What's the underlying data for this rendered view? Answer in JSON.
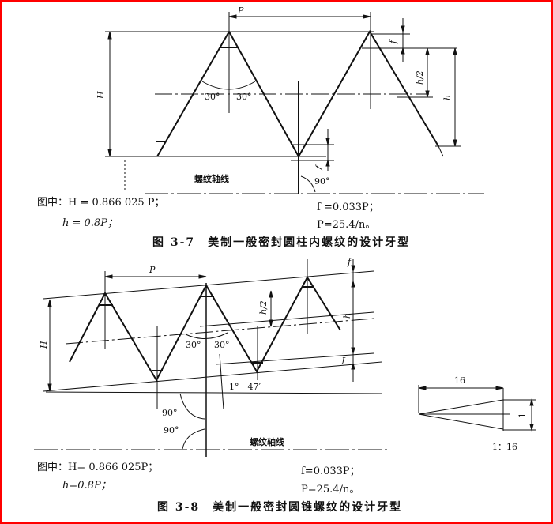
{
  "figure_3_7": {
    "labels": {
      "pitch": "P",
      "H": "H",
      "f_top": "f",
      "h_half": "h/2",
      "h": "h",
      "f_bottom": "f",
      "angle_left": "30°",
      "angle_right": "30°",
      "right_angle": "90°",
      "axis": "螺纹轴线"
    },
    "formulas": {
      "H": "图中：H = 0.866 025 P；",
      "h": "h = 0.8P；",
      "f": "f =0.033P；",
      "P": "P=25.4/n。"
    },
    "caption": "图 3-7　美制一般密封圆柱内螺纹的设计牙型"
  },
  "figure_3_8": {
    "labels": {
      "pitch": "P",
      "H": "H",
      "h_half": "h/2",
      "h": "h",
      "f_top": "f",
      "f_bottom": "f",
      "angle_left": "30°",
      "angle_right": "30°",
      "taper_angle": "1°　47′",
      "right_angle_1": "90°",
      "right_angle_2": "90°",
      "axis": "螺纹轴线"
    },
    "taper": {
      "length": "16",
      "height": "1",
      "ratio": "1：16"
    },
    "formulas": {
      "H": "图中：H= 0.866 025P；",
      "h": "h=0.8P；",
      "f": "f=0.033P；",
      "P": "P=25.4/n。"
    },
    "caption": "图 3-8　美制一般密封圆锥螺纹的设计牙型"
  },
  "colors": {
    "border": "#ff0000",
    "ink": "#111111",
    "background": "#ffffff"
  }
}
